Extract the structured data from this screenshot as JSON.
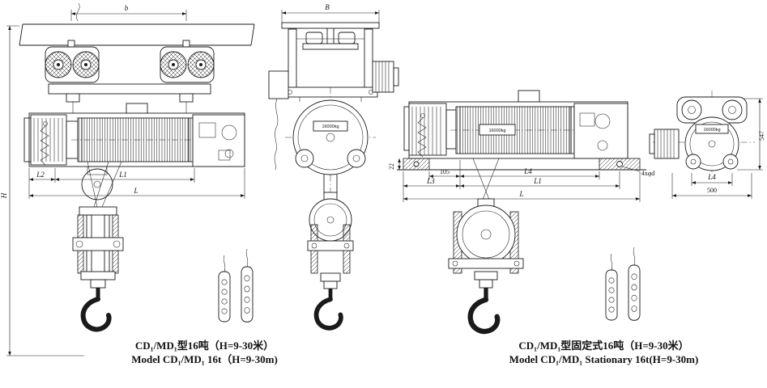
{
  "drawing": {
    "background": "#ffffff",
    "line_color": "#1a1a1a"
  },
  "left_figure": {
    "caption_cn": "CD₁/MD₁型16吨（H=9-30米）",
    "caption_en": "Model CD₁/MD₁ 16t（H=9-30m)",
    "side_view": {
      "dim_b": "b",
      "dim_height": "H",
      "dim_l2": "L2",
      "dim_l1": "L1",
      "dim_l": "L"
    },
    "front_view": {
      "dim_width": "B",
      "rating_plate": "16000kg"
    }
  },
  "right_figure": {
    "caption_cn": "CD₁/MD₁型固定式16吨（H=9-30米）",
    "caption_en": "Model CD₁/MD₁ Stationary 16t(H=9-30m)",
    "side_view": {
      "dim_22": "22",
      "dim_105": "105",
      "dim_l4": "L4",
      "dim_l3": "L3",
      "dim_l1": "L1",
      "dim_l": "L",
      "dim_bolt_holes": "4xφd",
      "rating_plate": "16000kg"
    },
    "front_view": {
      "dim_547": "547",
      "dim_l4": "L4",
      "dim_500": "500",
      "rating_plate": "16000kg"
    }
  }
}
